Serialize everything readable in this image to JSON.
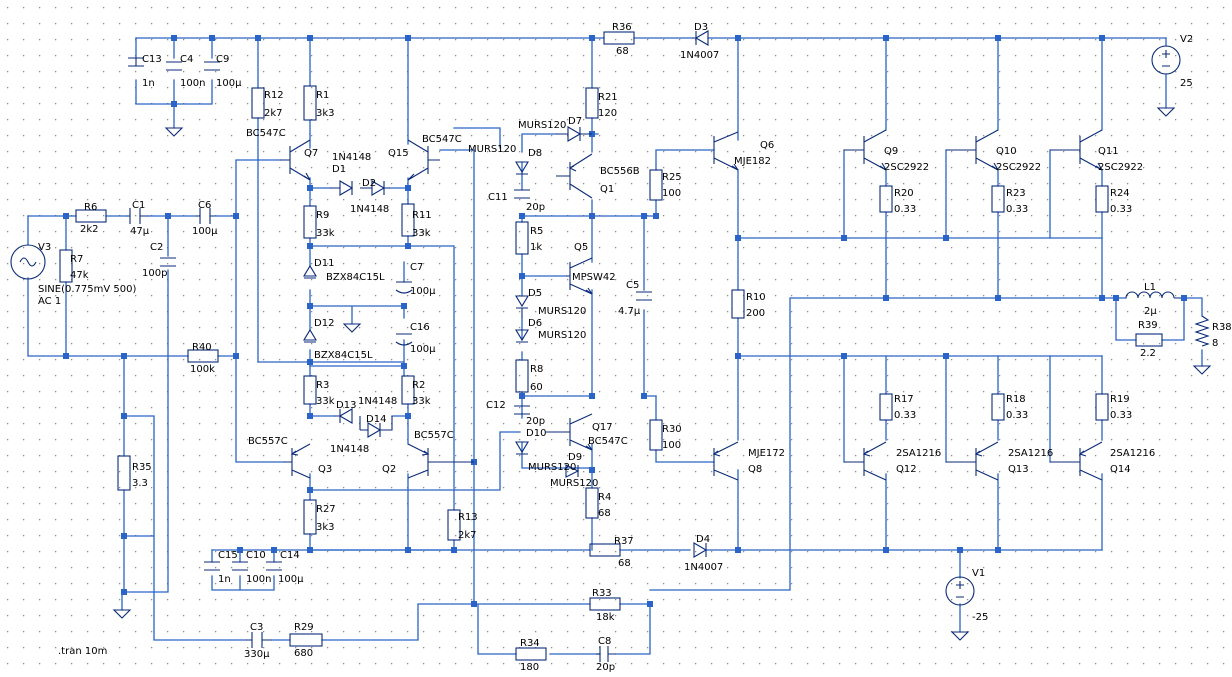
{
  "colors": {
    "wire": "#2a64c8",
    "component": "#0a2a7a",
    "grid": "#8a8a8a",
    "text": "#000000",
    "background": "#ffffff"
  },
  "directive": ".tran 10m",
  "sources": {
    "V1": {
      "name": "V1",
      "value": "-25"
    },
    "V2": {
      "name": "V2",
      "value": "25"
    },
    "V3": {
      "name": "V3",
      "spec": "SINE(0.775mV 500)",
      "ac": "AC 1"
    }
  },
  "resistors": {
    "R1": {
      "name": "R1",
      "value": "3k3"
    },
    "R2": {
      "name": "R2",
      "value": "33k"
    },
    "R3": {
      "name": "R3",
      "value": "33k"
    },
    "R4": {
      "name": "R4",
      "value": "68"
    },
    "R5": {
      "name": "R5",
      "value": "1k"
    },
    "R6": {
      "name": "R6",
      "value": "2k2"
    },
    "R7": {
      "name": "R7",
      "value": "47k"
    },
    "R8": {
      "name": "R8",
      "value": "60"
    },
    "R9": {
      "name": "R9",
      "value": "33k"
    },
    "R10": {
      "name": "R10",
      "value": "200"
    },
    "R11": {
      "name": "R11",
      "value": "33k"
    },
    "R12": {
      "name": "R12",
      "value": "2k7"
    },
    "R13": {
      "name": "R13",
      "value": "2k7"
    },
    "R17": {
      "name": "R17",
      "value": "0.33"
    },
    "R18": {
      "name": "R18",
      "value": "0.33"
    },
    "R19": {
      "name": "R19",
      "value": "0.33"
    },
    "R20": {
      "name": "R20",
      "value": "0.33"
    },
    "R21": {
      "name": "R21",
      "value": "120"
    },
    "R23": {
      "name": "R23",
      "value": "0.33"
    },
    "R24": {
      "name": "R24",
      "value": "0.33"
    },
    "R25": {
      "name": "R25",
      "value": "100"
    },
    "R27": {
      "name": "R27",
      "value": "3k3"
    },
    "R29": {
      "name": "R29",
      "value": "680"
    },
    "R30": {
      "name": "R30",
      "value": "100"
    },
    "R33": {
      "name": "R33",
      "value": "18k"
    },
    "R34": {
      "name": "R34",
      "value": "180"
    },
    "R35": {
      "name": "R35",
      "value": "3.3"
    },
    "R36": {
      "name": "R36",
      "value": "68"
    },
    "R37": {
      "name": "R37",
      "value": "68"
    },
    "R38": {
      "name": "R38",
      "value": "8"
    },
    "R39": {
      "name": "R39",
      "value": "2.2"
    },
    "R40": {
      "name": "R40",
      "value": "100k"
    }
  },
  "capacitors": {
    "C1": {
      "name": "C1",
      "value": "47µ"
    },
    "C2": {
      "name": "C2",
      "value": "100p"
    },
    "C3": {
      "name": "C3",
      "value": "330µ"
    },
    "C4": {
      "name": "C4",
      "value": "100n"
    },
    "C5": {
      "name": "C5",
      "value": "4.7µ"
    },
    "C6": {
      "name": "C6",
      "value": "100µ"
    },
    "C7": {
      "name": "C7",
      "value": "100µ"
    },
    "C8": {
      "name": "C8",
      "value": "20p"
    },
    "C9": {
      "name": "C9",
      "value": "100µ"
    },
    "C10": {
      "name": "C10",
      "value": "100n"
    },
    "C11": {
      "name": "C11",
      "value": "20p"
    },
    "C12": {
      "name": "C12",
      "value": "20p"
    },
    "C13": {
      "name": "C13",
      "value": "1n"
    },
    "C14": {
      "name": "C14",
      "value": "100µ"
    },
    "C15": {
      "name": "C15",
      "value": "1n"
    },
    "C16": {
      "name": "C16",
      "value": "100µ"
    }
  },
  "inductors": {
    "L1": {
      "name": "L1",
      "value": "2µ"
    }
  },
  "diodes": {
    "D1": {
      "name": "D1",
      "model": "1N4148"
    },
    "D2": {
      "name": "D2",
      "model": "1N4148"
    },
    "D3": {
      "name": "D3",
      "model": "1N4007"
    },
    "D4": {
      "name": "D4",
      "model": "1N4007"
    },
    "D5": {
      "name": "D5",
      "model": "MURS120"
    },
    "D6": {
      "name": "D6",
      "model": "MURS120"
    },
    "D7": {
      "name": "D7",
      "model": "MURS120"
    },
    "D8": {
      "name": "D8",
      "model": "MURS120"
    },
    "D9": {
      "name": "D9",
      "model": "MURS120"
    },
    "D10": {
      "name": "D10",
      "model": "MURS120"
    },
    "D11": {
      "name": "D11",
      "model": "BZX84C15L"
    },
    "D12": {
      "name": "D12",
      "model": "BZX84C15L"
    },
    "D13": {
      "name": "D13",
      "model": "1N4148"
    },
    "D14": {
      "name": "D14",
      "model": "1N4148"
    }
  },
  "transistors": {
    "Q1": {
      "name": "Q1",
      "model": "BC556B"
    },
    "Q2": {
      "name": "Q2",
      "model": "BC557C"
    },
    "Q3": {
      "name": "Q3",
      "model": "BC557C"
    },
    "Q5": {
      "name": "Q5",
      "model": "MPSW42"
    },
    "Q6": {
      "name": "Q6",
      "model": "MJE182"
    },
    "Q7": {
      "name": "Q7",
      "model": "BC547C"
    },
    "Q8": {
      "name": "Q8",
      "model": "MJE172"
    },
    "Q9": {
      "name": "Q9",
      "model": "2SC2922"
    },
    "Q10": {
      "name": "Q10",
      "model": "2SC2922"
    },
    "Q11": {
      "name": "Q11",
      "model": "2SC2922"
    },
    "Q12": {
      "name": "Q12",
      "model": "2SA1216"
    },
    "Q13": {
      "name": "Q13",
      "model": "2SA1216"
    },
    "Q14": {
      "name": "Q14",
      "model": "2SA1216"
    },
    "Q15": {
      "name": "Q15",
      "model": "BC547C"
    },
    "Q17": {
      "name": "Q17",
      "model": "BC547C"
    }
  }
}
